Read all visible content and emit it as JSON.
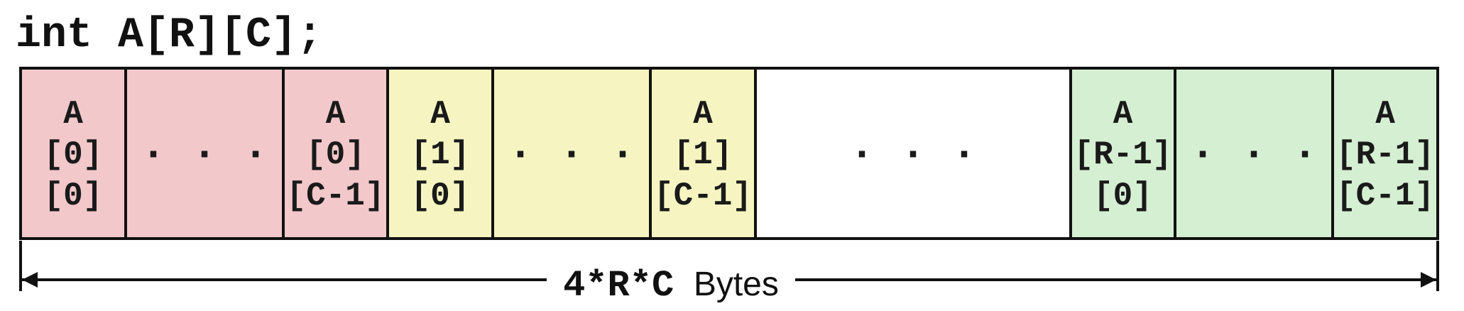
{
  "declaration": "int A[R][C];",
  "colors": {
    "row0": "#f2c8ca",
    "row1": "#f6f5c2",
    "middle": "#ffffff",
    "rowLast": "#d5efd2",
    "border": "#111111"
  },
  "cells": [
    {
      "fill": "row0",
      "lines": [
        "A",
        "[0]",
        "[0]"
      ]
    },
    {
      "fill": "row0",
      "ellipsis": "· · ·"
    },
    {
      "fill": "row0",
      "lines": [
        "A",
        "[0]",
        "[C-1]"
      ]
    },
    {
      "fill": "row1",
      "lines": [
        "A",
        "[1]",
        "[0]"
      ]
    },
    {
      "fill": "row1",
      "ellipsis": "· · ·"
    },
    {
      "fill": "row1",
      "lines": [
        "A",
        "[1]",
        "[C-1]"
      ]
    },
    {
      "fill": "middle",
      "ellipsis": "· · ·"
    },
    {
      "fill": "rowLast",
      "lines": [
        "A",
        "[R-1]",
        "[0]"
      ]
    },
    {
      "fill": "rowLast",
      "ellipsis": "· · ·"
    },
    {
      "fill": "rowLast",
      "lines": [
        "A",
        "[R-1]",
        "[C-1]"
      ]
    }
  ],
  "size": {
    "expr": "4*R*C",
    "unit": "Bytes"
  }
}
